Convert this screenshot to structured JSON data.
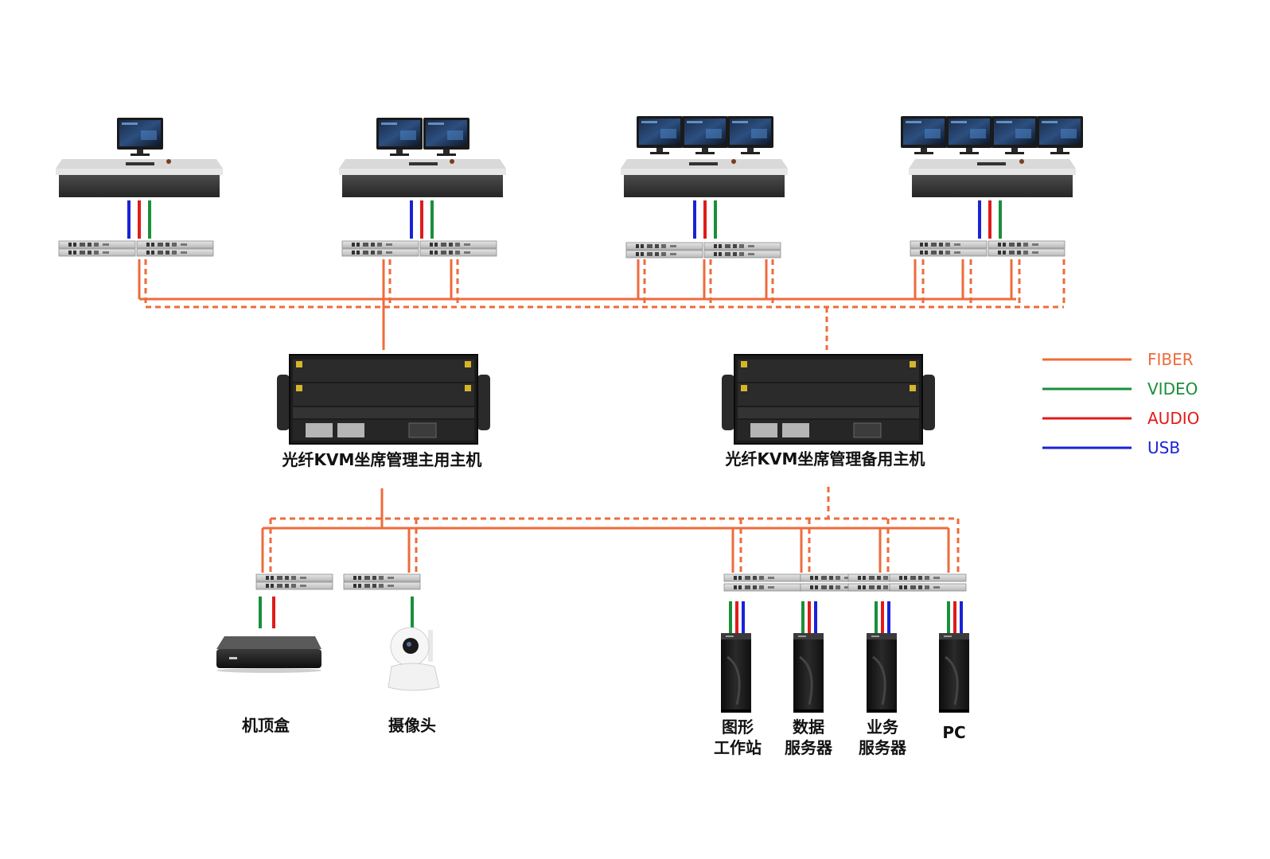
{
  "colors": {
    "fiber": "#ee6b3b",
    "video": "#1a8f3a",
    "audio": "#e01b1b",
    "usb": "#1a22d6"
  },
  "legend": [
    {
      "key": "fiber",
      "label": "FIBER"
    },
    {
      "key": "video",
      "label": "VIDEO"
    },
    {
      "key": "audio",
      "label": "AUDIO"
    },
    {
      "key": "usb",
      "label": "USB"
    }
  ],
  "hosts": {
    "main": "光纤KVM坐席管理主用主机",
    "backup": "光纤KVM坐席管理备用主机"
  },
  "devices": {
    "settop": "机顶盒",
    "camera": "摄像头",
    "graphics_l1": "图形",
    "graphics_l2": "工作站",
    "data_l1": "数据",
    "data_l2": "服务器",
    "business_l1": "业务",
    "business_l2": "服务器",
    "pc": "PC"
  }
}
